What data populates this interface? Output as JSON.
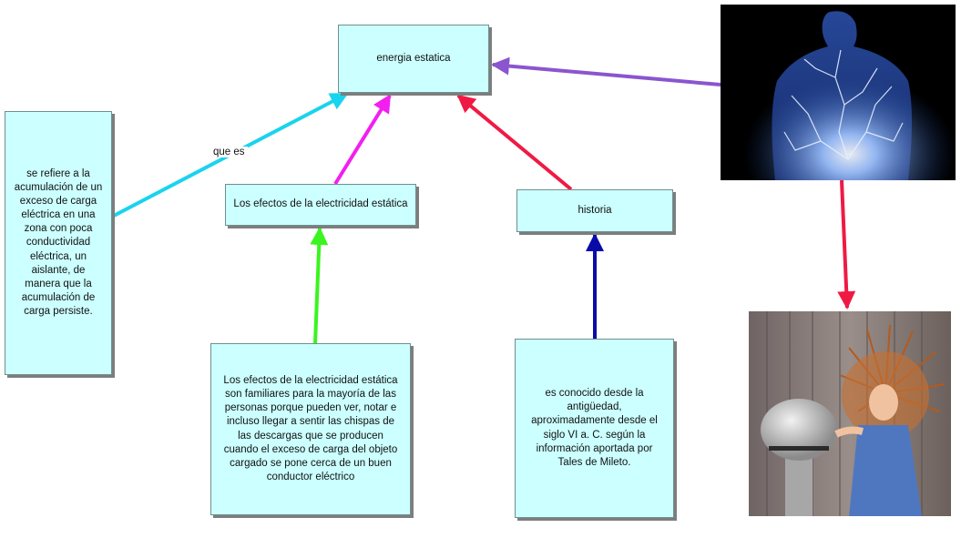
{
  "nodes": {
    "energia": "energia estatica",
    "definicion": "se refiere a la acumulación de un exceso de carga eléctrica en una zona con poca conductividad eléctrica, un aislante, de manera que la acumulación de carga persiste.",
    "efectos": "Los efectos de la electricidad estática",
    "historia": "historia",
    "efectos_desc": "Los efectos de la electricidad estática son familiares para la mayoría de las personas porque pueden ver, notar e incluso llegar a sentir las chispas de las descargas que se producen cuando el exceso de carga del objeto cargado se pone cerca de un buen conductor eléctrico",
    "historia_desc": "es conocido desde la antigüedad, aproximadamente desde el siglo VI a. C. según la información aportada por Tales de Mileto."
  },
  "links": {
    "que_es": "que es"
  },
  "images": {
    "lightning": "human-body-electricity-image",
    "girl": "static-hair-van-de-graaff-image"
  },
  "colors": {
    "node_fill": "#ccffff",
    "arrow_cyan": "#1ad3ee",
    "arrow_magenta": "#f21ff0",
    "arrow_red": "#ef1a44",
    "arrow_green": "#3af51f",
    "arrow_blue": "#0a0aa8",
    "arrow_purple": "#8a55cf"
  }
}
